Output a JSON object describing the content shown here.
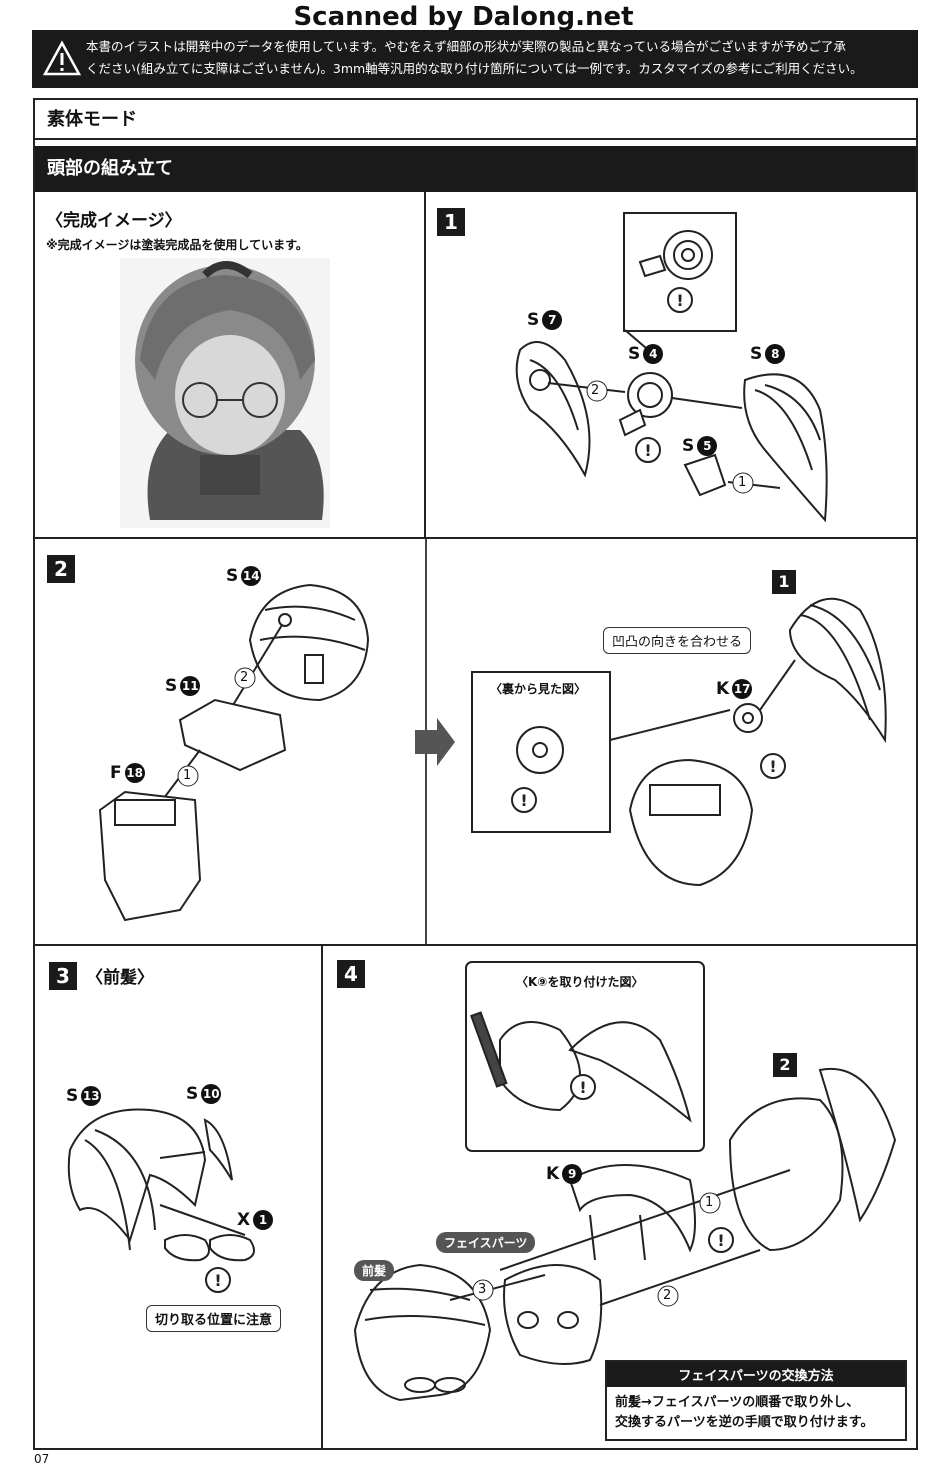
{
  "watermark": "Scanned by Dalong.net",
  "warning": {
    "line1": "本書のイラストは開発中のデータを使用しています。やむをえず細部の形状が実際の製品と異なっている場合がございますが予めご了承",
    "line2": "ください(組み立てに支障はございません)。3mm軸等汎用的な取り付け箇所については一例です。カスタマイズの参考にご利用ください。"
  },
  "section_title": "素体モード",
  "subsection_title": "頭部の組み立て",
  "preview": {
    "title": "〈完成イメージ〉",
    "note": "※完成イメージは塗装完成品を使用しています。"
  },
  "step1": {
    "number": "1",
    "parts": {
      "s7": "S",
      "s7n": "7",
      "s4": "S",
      "s4n": "4",
      "s8": "S",
      "s8n": "8",
      "s5": "S",
      "s5n": "5"
    },
    "order": {
      "a": "2",
      "b": "1"
    }
  },
  "step2": {
    "number": "2",
    "parts": {
      "s14": "S",
      "s14n": "14",
      "s11": "S",
      "s11n": "11",
      "f18": "F",
      "f18n": "18",
      "k17": "K",
      "k17n": "17"
    },
    "order": {
      "a": "2",
      "b": "1"
    },
    "sub_step": "1",
    "align_note": "凹凸の向きを合わせる",
    "back_view": "〈裏から見た図〉"
  },
  "step3": {
    "number": "3",
    "title": "〈前髪〉",
    "parts": {
      "s13": "S",
      "s13n": "13",
      "s10": "S",
      "s10n": "10",
      "x1": "X",
      "x1n": "1"
    },
    "cut_note": "切り取る位置に注意"
  },
  "step4": {
    "number": "4",
    "k9_view": "〈K⑨を取り付けた図〉",
    "parts": {
      "k9": "K",
      "k9n": "9"
    },
    "sub_step": "2",
    "face_parts": "フェイスパーツ",
    "bangs": "前髪",
    "order": {
      "a": "1",
      "b": "3",
      "c": "2"
    },
    "exchange": {
      "title": "フェイスパーツの交換方法",
      "line1": "前髪→フェイスパーツの順番で取り外し、",
      "line2": "交換するパーツを逆の手順で取り付けます。"
    }
  },
  "page_number": "07"
}
